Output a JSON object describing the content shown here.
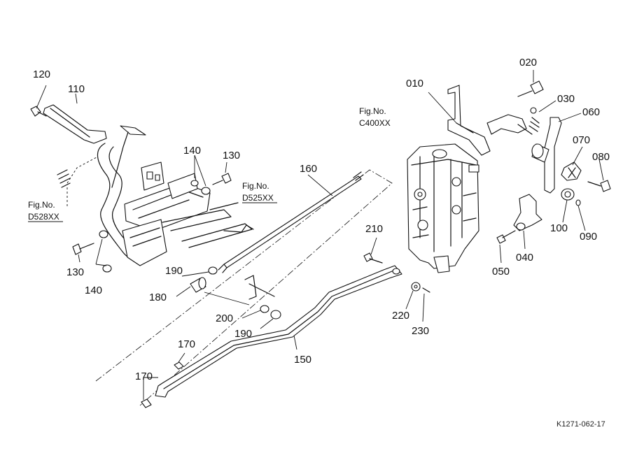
{
  "parts": [
    {
      "id": "p010",
      "number": "010"
    },
    {
      "id": "p020",
      "number": "020"
    },
    {
      "id": "p030",
      "number": "030"
    },
    {
      "id": "p040",
      "number": "040"
    },
    {
      "id": "p050",
      "number": "050"
    },
    {
      "id": "p060",
      "number": "060"
    },
    {
      "id": "p070",
      "number": "070"
    },
    {
      "id": "p080",
      "number": "080"
    },
    {
      "id": "p090",
      "number": "090"
    },
    {
      "id": "p100",
      "number": "100"
    },
    {
      "id": "p110",
      "number": "110"
    },
    {
      "id": "p120",
      "number": "120"
    },
    {
      "id": "p130a",
      "number": "130"
    },
    {
      "id": "p130b",
      "number": "130"
    },
    {
      "id": "p140a",
      "number": "140"
    },
    {
      "id": "p140b",
      "number": "140"
    },
    {
      "id": "p150",
      "number": "150"
    },
    {
      "id": "p160",
      "number": "160"
    },
    {
      "id": "p170a",
      "number": "170"
    },
    {
      "id": "p170b",
      "number": "170"
    },
    {
      "id": "p180",
      "number": "180"
    },
    {
      "id": "p190a",
      "number": "190"
    },
    {
      "id": "p190b",
      "number": "190"
    },
    {
      "id": "p200",
      "number": "200"
    },
    {
      "id": "p210",
      "number": "210"
    },
    {
      "id": "p220",
      "number": "220"
    },
    {
      "id": "p230",
      "number": "230"
    }
  ],
  "references": {
    "c400": {
      "label": "Fig.No.",
      "code": "C400XX"
    },
    "d525": {
      "label": "Fig.No.",
      "code": "D525XX"
    },
    "d528": {
      "label": "Fig.No.",
      "code": "D528XX"
    }
  },
  "diagram_id": "K1271-062-17"
}
